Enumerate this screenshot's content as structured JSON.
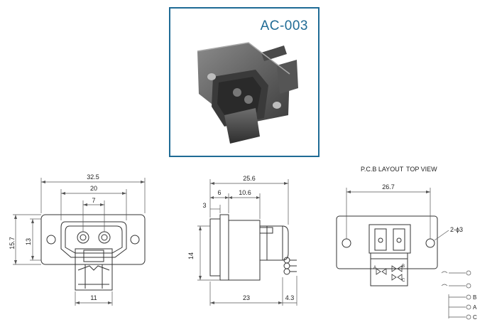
{
  "header": {
    "model_code": "AC-003"
  },
  "pcb_view": {
    "pcb_label": "P.C.B LAYOUT",
    "top_label": "TOP VIEW"
  },
  "front_view": {
    "dim_overall_width": "32.5",
    "dim_inner_width": "20",
    "dim_center": "7",
    "dim_height_outer": "15.7",
    "dim_height_inner": "13",
    "dim_bottom": "11"
  },
  "side_view": {
    "dim_length": "25.6",
    "dim_six": "6",
    "dim_ten_six": "10.6",
    "dim_three": "3",
    "dim_fourteen": "14",
    "dim_twentythree": "23",
    "dim_four_three": "4.3"
  },
  "pcb_dims": {
    "dim_width": "26.7",
    "hole_note": "2-ϕ3",
    "pin_a": "A",
    "pin_b": "B",
    "pin_c": "C",
    "legend_b": "B",
    "legend_a": "A",
    "legend_c": "C"
  },
  "colors": {
    "frame_blue": "#1f6b95",
    "line": "#333333",
    "dim_line": "#555555",
    "part_gray": "#5a5a5a"
  }
}
